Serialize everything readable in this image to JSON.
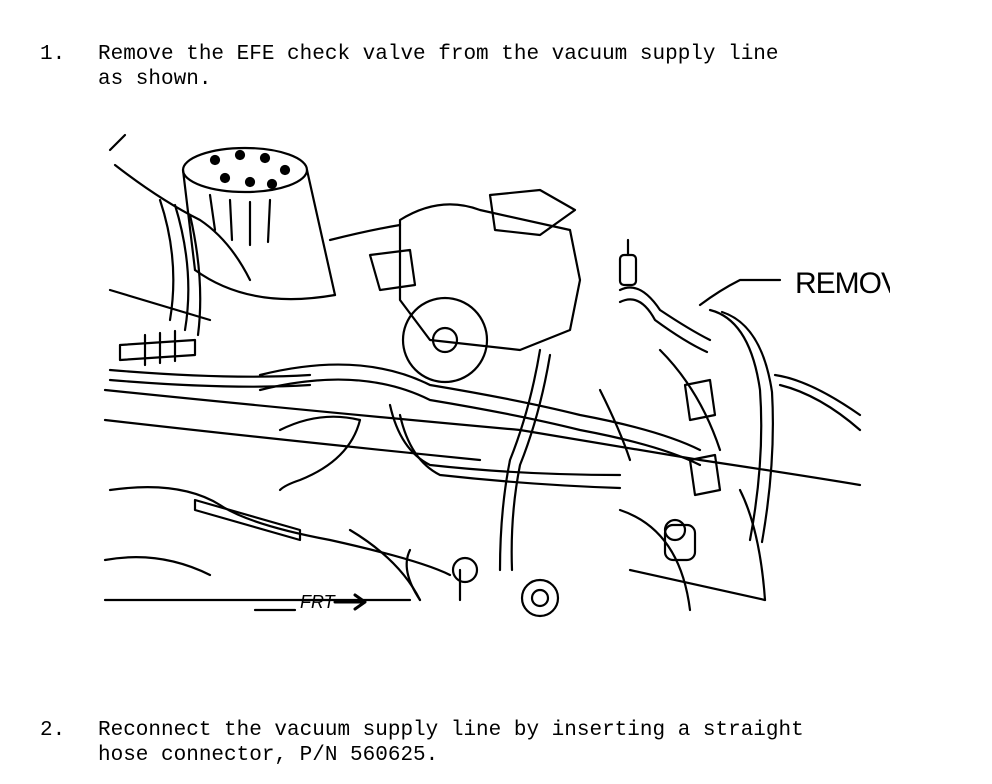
{
  "steps": [
    {
      "number": "1.",
      "line1": "Remove the EFE check valve from the vacuum supply line",
      "line2": "as shown."
    },
    {
      "number": "2.",
      "line1": "Reconnect the vacuum supply line by inserting a straight",
      "line2": "hose connector, P/N 560625."
    }
  ],
  "figure": {
    "callout": "REMOVE",
    "front_label": "FRT"
  }
}
